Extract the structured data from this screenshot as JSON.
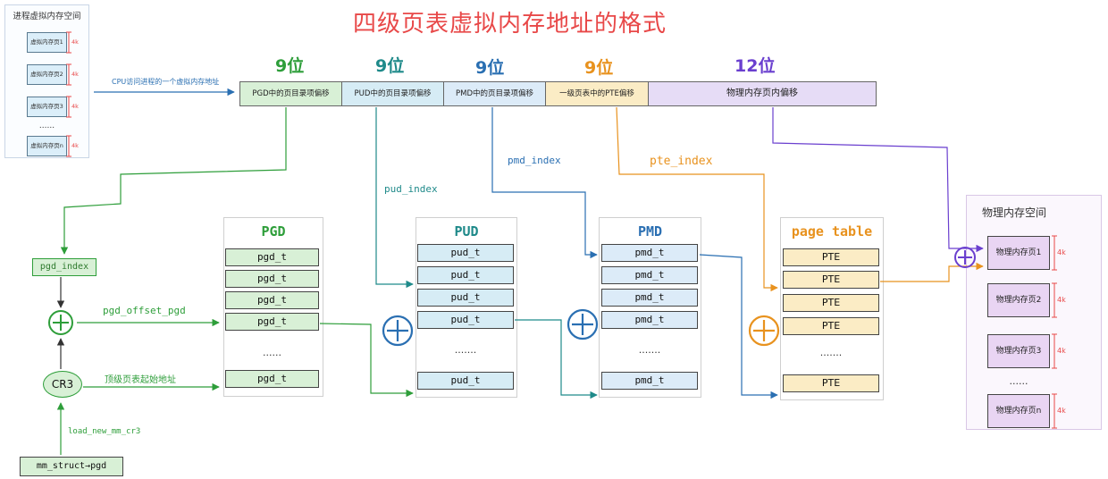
{
  "title": "四级页表虚拟内存地址的格式",
  "virtual_space": {
    "title": "进程虚拟内存空间",
    "pages": [
      "虚拟内存页1",
      "虚拟内存页2",
      "虚拟内存页3",
      "虚拟内存页n"
    ],
    "dots": "......",
    "size": "4k"
  },
  "cpu_label": "CPU访问进程的一个虚拟内存地址",
  "bit_fields": [
    {
      "bits": "9位",
      "label": "PGD中的页目录项偏移",
      "color": "#2e9e3a"
    },
    {
      "bits": "9位",
      "label": "PUD中的页目录项偏移",
      "color": "#1f8a8a"
    },
    {
      "bits": "9位",
      "label": "PMD中的页目录项偏移",
      "color": "#2a6fb2"
    },
    {
      "bits": "9位",
      "label": "一级页表中的PTE偏移",
      "color": "#e8921e"
    },
    {
      "bits": "12位",
      "label": "物理内存页内偏移",
      "color": "#6a3fcf"
    }
  ],
  "index_labels": {
    "pud": "pud_index",
    "pmd": "pmd_index",
    "pte": "pte_index"
  },
  "left": {
    "pgd_index": "pgd_index",
    "pgd_offset": "pgd_offset_pgd",
    "cr3": "CR3",
    "top_table_addr": "顶级页表起始地址",
    "load": "load_new_mm_cr3",
    "mm_struct": "mm_struct→pgd"
  },
  "tables": [
    {
      "name": "PGD",
      "cells": [
        "pgd_t",
        "pgd_t",
        "pgd_t",
        "pgd_t",
        "pgd_t"
      ],
      "dots": "......",
      "color": "#2e9e3a",
      "fill": "#d8f0d6"
    },
    {
      "name": "PUD",
      "cells": [
        "pud_t",
        "pud_t",
        "pud_t",
        "pud_t",
        "pud_t"
      ],
      "dots": ".......",
      "color": "#1f8a8a",
      "fill": "#d6ecf5"
    },
    {
      "name": "PMD",
      "cells": [
        "pmd_t",
        "pmd_t",
        "pmd_t",
        "pmd_t",
        "pmd_t"
      ],
      "dots": ".......",
      "color": "#2a6fb2",
      "fill": "#dcebf8"
    },
    {
      "name": "page table",
      "cells": [
        "PTE",
        "PTE",
        "PTE",
        "PTE",
        "PTE"
      ],
      "dots": ".......",
      "color": "#e8921e",
      "fill": "#fbecc5"
    }
  ],
  "physical_space": {
    "title": "物理内存空间",
    "pages": [
      "物理内存页1",
      "物理内存页2",
      "物理内存页3",
      "物理内存页n"
    ],
    "dots": "......",
    "size": "4k"
  }
}
